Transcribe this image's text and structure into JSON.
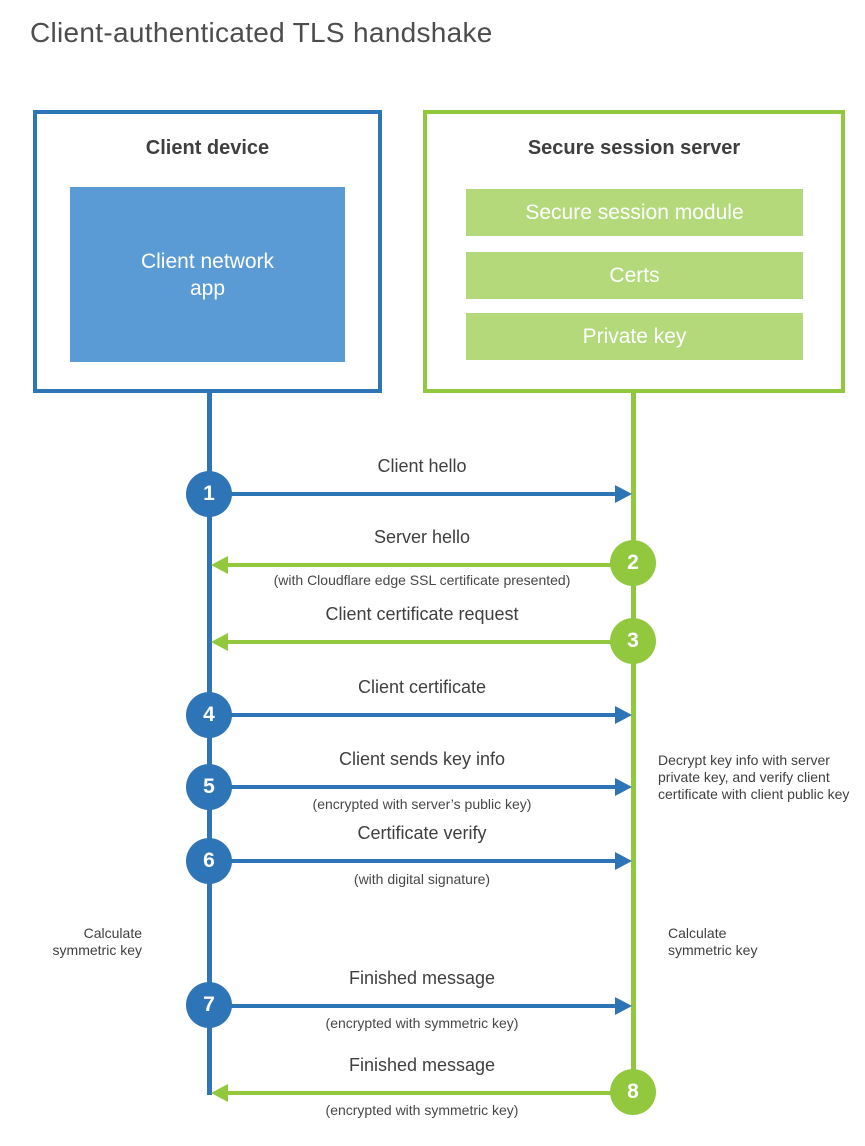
{
  "title": "Client-authenticated TLS handshake",
  "colors": {
    "blue": "#2e75b8",
    "blue_light": "#5b9bd5",
    "green": "#92c83e",
    "green_light": "#b4d97b",
    "heading_text": "#3f3f3f",
    "title_text": "#4d4d4d",
    "label_text_on_fill": "#ffffff"
  },
  "client_box": {
    "title": "Client device",
    "app_label": "Client network app"
  },
  "server_box": {
    "title": "Secure session server",
    "modules": [
      "Secure session module",
      "Certs",
      "Private key"
    ]
  },
  "steps": [
    {
      "number": "1",
      "direction": "client-to-server",
      "label": "Client hello",
      "sublabel": ""
    },
    {
      "number": "2",
      "direction": "server-to-client",
      "label": "Server hello",
      "sublabel": "(with Cloudflare edge SSL certificate presented)"
    },
    {
      "number": "3",
      "direction": "server-to-client",
      "label": "Client certificate request",
      "sublabel": ""
    },
    {
      "number": "4",
      "direction": "client-to-server",
      "label": "Client certificate",
      "sublabel": ""
    },
    {
      "number": "5",
      "direction": "client-to-server",
      "label": "Client sends key info",
      "sublabel": "(encrypted with server’s public key)"
    },
    {
      "number": "6",
      "direction": "client-to-server",
      "label": "Certificate verify",
      "sublabel": "(with digital signature)"
    },
    {
      "number": "7",
      "direction": "client-to-server",
      "label": "Finished message",
      "sublabel": "(encrypted with symmetric key)"
    },
    {
      "number": "8",
      "direction": "server-to-client",
      "label": "Finished message",
      "sublabel": "(encrypted with symmetric key)"
    }
  ],
  "annotations": {
    "calc_left": "Calculate symmetric key",
    "calc_right": "Calculate symmetric key",
    "decrypt_note": "Decrypt key info with server private key, and verify client certificate with client public key"
  }
}
